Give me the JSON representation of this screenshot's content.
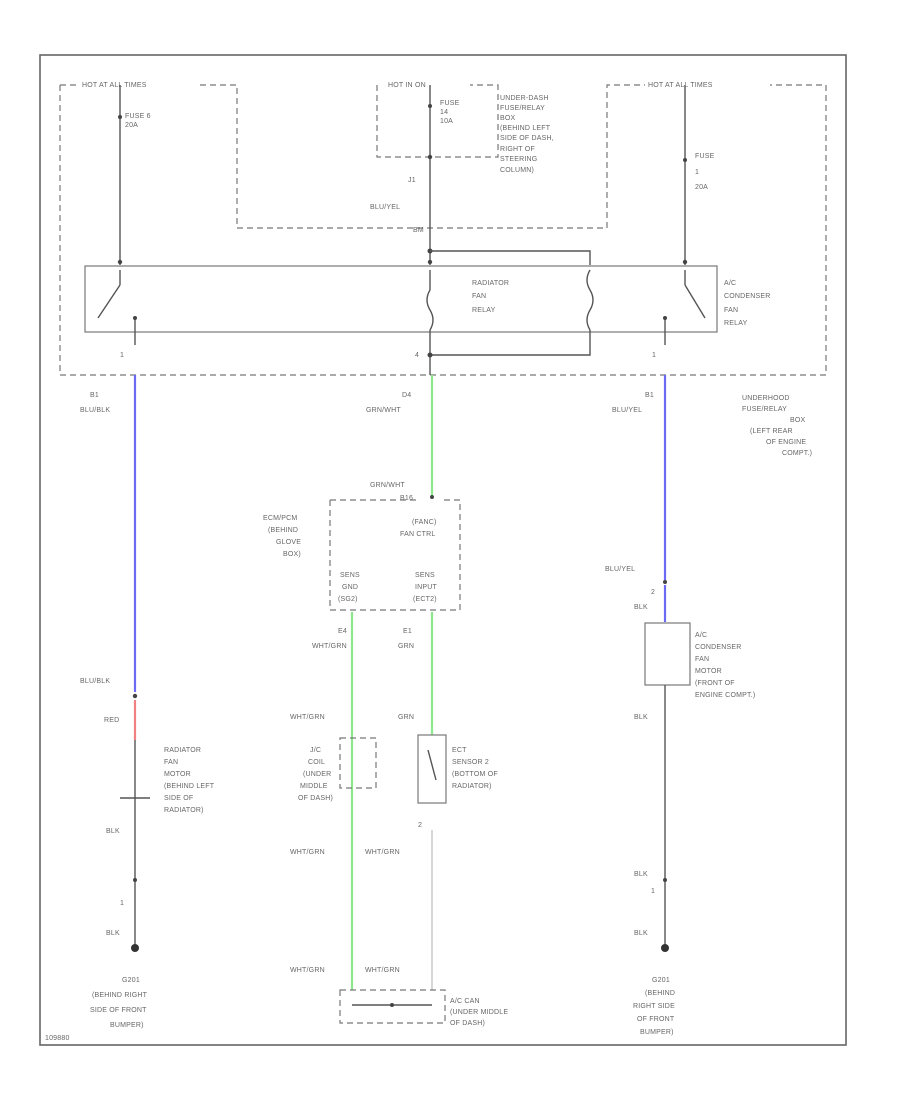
{
  "hot_at_all_times_left": "HOT AT ALL TIMES",
  "hot_at_all_times_right": "HOT AT ALL TIMES",
  "hot_in_on": "HOT IN ON",
  "fuse_left": [
    "FUSE 6",
    "20A"
  ],
  "fuse_center": [
    "FUSE",
    "14",
    "10A"
  ],
  "fuse_right": [
    "FUSE",
    "1",
    "20A"
  ],
  "under_dash_box": [
    "UNDER-DASH",
    "FUSE/RELAY",
    "BOX",
    "(BEHIND LEFT",
    "SIDE OF DASH,",
    "RIGHT OF",
    "STEERING",
    "COLUMN)"
  ],
  "j1_label": "J1",
  "j1_wire": "BLU/YEL",
  "bm_label": "BM",
  "radiator_fan_relay": [
    "RADIATOR",
    "FAN",
    "RELAY"
  ],
  "ac_condenser_fan_relay": [
    "A/C",
    "CONDENSER",
    "FAN",
    "RELAY"
  ],
  "underhood_box": [
    "UNDERHOOD",
    "FUSE/RELAY",
    "BOX",
    "(LEFT REAR",
    "OF ENGINE",
    "COMPT.)"
  ],
  "pin_1_left": "1",
  "pin_4_center": "4",
  "pin_1_right": "1",
  "left_conn": "B1",
  "left_wire": "BLU/BLK",
  "center_conn": "D4",
  "center_wire": "GRN/WHT",
  "right_conn": "B1",
  "right_wire": "BLU/YEL",
  "ecm_wire": "GRN/WHT",
  "ecm_b16": "B16",
  "ecm_box": [
    "ECM/PCM",
    "(BEHIND",
    "GLOVE",
    "BOX)"
  ],
  "ecm_func": [
    "(FANC)",
    "FAN CTRL"
  ],
  "ecm_pin_left": [
    "SENS",
    "GND",
    "(SG2)"
  ],
  "ecm_pin_right": [
    "SENS",
    "INPUT",
    "(ECT2)"
  ],
  "e4_conn": "E4",
  "e4_wire": "WHT/GRN",
  "e1_conn": "E1",
  "e1_wire": "GRN",
  "bluyel_lower": "BLU/YEL",
  "pin_2_right": "2",
  "blk_right_top": "BLK",
  "ac_condenser_fan_motor": [
    "A/C",
    "CONDENSER",
    "FAN",
    "MOTOR",
    "(FRONT OF",
    "ENGINE COMPT.)"
  ],
  "blk_right_mid": "BLK",
  "blublk_lower": "BLU/BLK",
  "red_wire": "RED",
  "radiator_fan_motor": [
    "RADIATOR",
    "FAN",
    "MOTOR",
    "(BEHIND LEFT",
    "SIDE OF",
    "RADIATOR)"
  ],
  "wht_grn_mid": "WHT/GRN",
  "grn_mid": "GRN",
  "jc_coil": [
    "J/C",
    "COIL",
    "(UNDER",
    "MIDDLE",
    "OF DASH)"
  ],
  "ect_sensor": [
    "ECT",
    "SENSOR 2",
    "(BOTTOM OF",
    "RADIATOR)"
  ],
  "pin_2_ect": "2",
  "blk_left": "BLK",
  "pin_1_left_lower": "1",
  "blk_left_lower": "BLK",
  "wht_grn_low_left": "WHT/GRN",
  "wht_grn_low_right": "WHT/GRN",
  "wht_grn_bottom_left": "WHT/GRN",
  "wht_grn_bottom_right": "WHT/GRN",
  "blk_right_low": "BLK",
  "pin_1_right_lower": "1",
  "blk_right_lower": "BLK",
  "g201_left": [
    "G201",
    "(BEHIND RIGHT",
    "SIDE OF FRONT",
    "BUMPER)"
  ],
  "ac_can": [
    "A/C CAN",
    "(UNDER MIDDLE",
    "OF DASH)"
  ],
  "g201_right": [
    "G201",
    "(BEHIND",
    "RIGHT SIDE",
    "OF FRONT",
    "BUMPER)"
  ],
  "footer_code": "109880",
  "colors": {
    "blue_wire": "#6a6af5",
    "green_wire": "#8de88d",
    "red_wire": "#f08080",
    "line": "#555555"
  }
}
